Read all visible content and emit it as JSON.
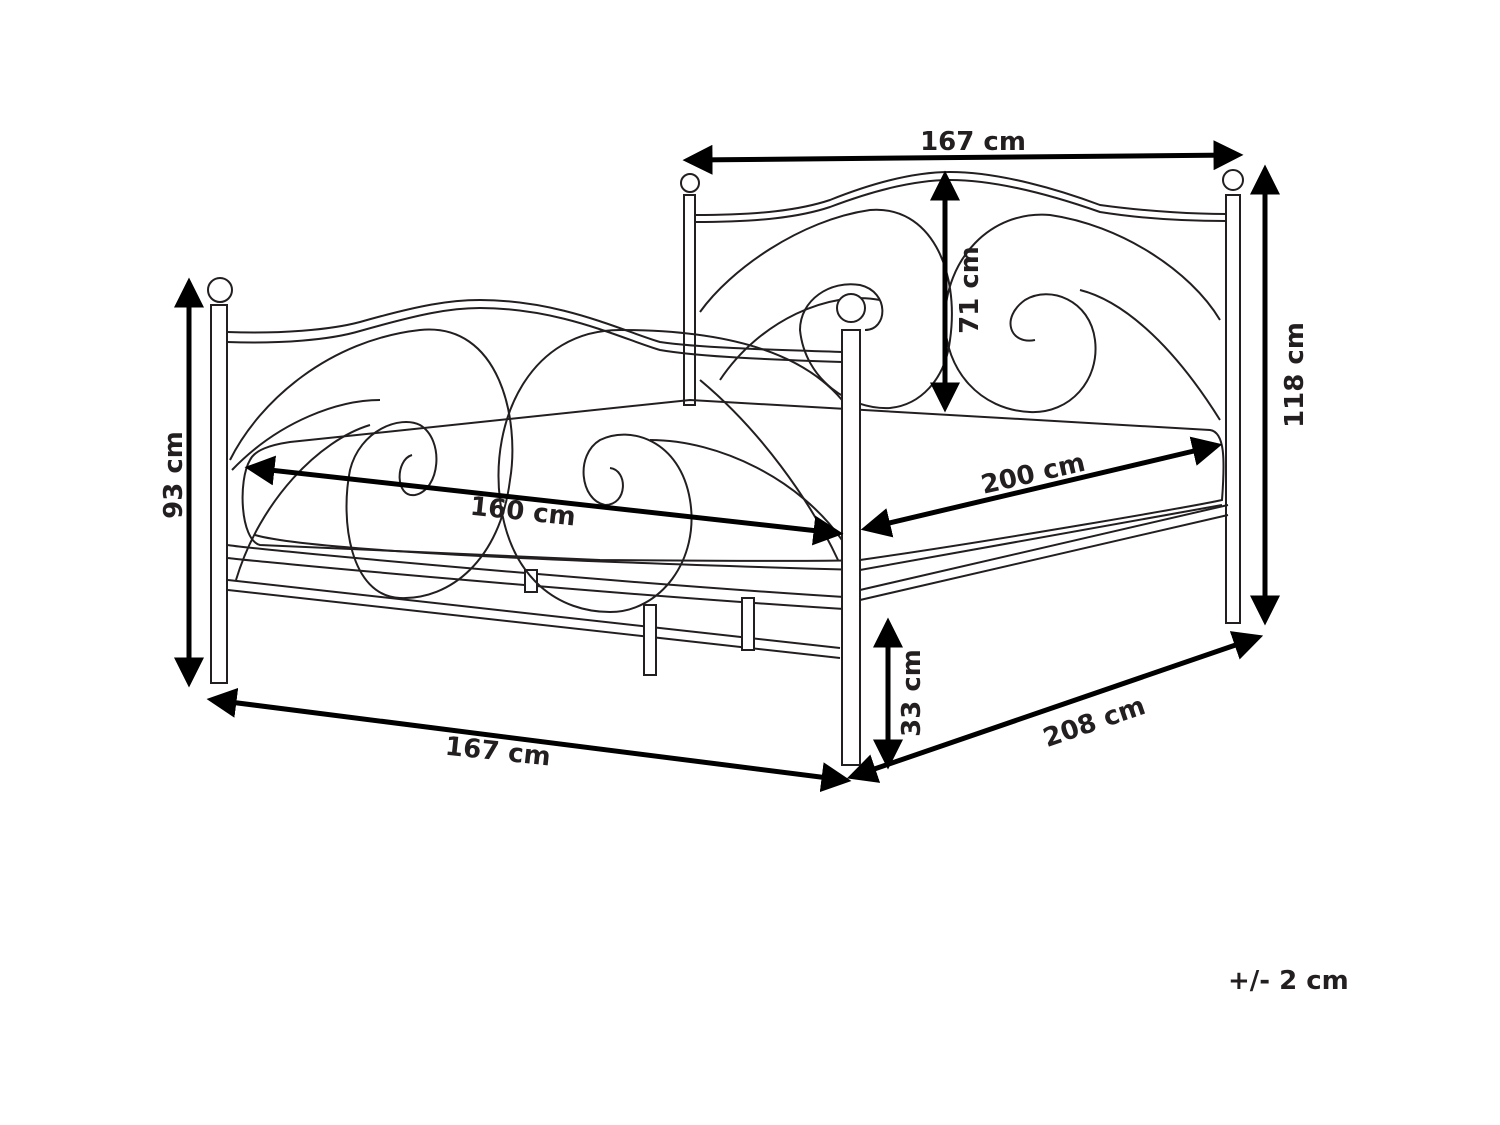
{
  "dimensions": {
    "headboard_width": "167 cm",
    "headboard_panel_height": "71 cm",
    "headboard_height": "118 cm",
    "footboard_height": "93 cm",
    "mattress_width": "160 cm",
    "mattress_length": "200 cm",
    "footboard_width": "167 cm",
    "overall_length": "208 cm",
    "clearance_height": "33 cm"
  },
  "tolerance": "+/- 2 cm",
  "colors": {
    "line": "#231f20",
    "arrow": "#000000",
    "background": "#ffffff"
  }
}
